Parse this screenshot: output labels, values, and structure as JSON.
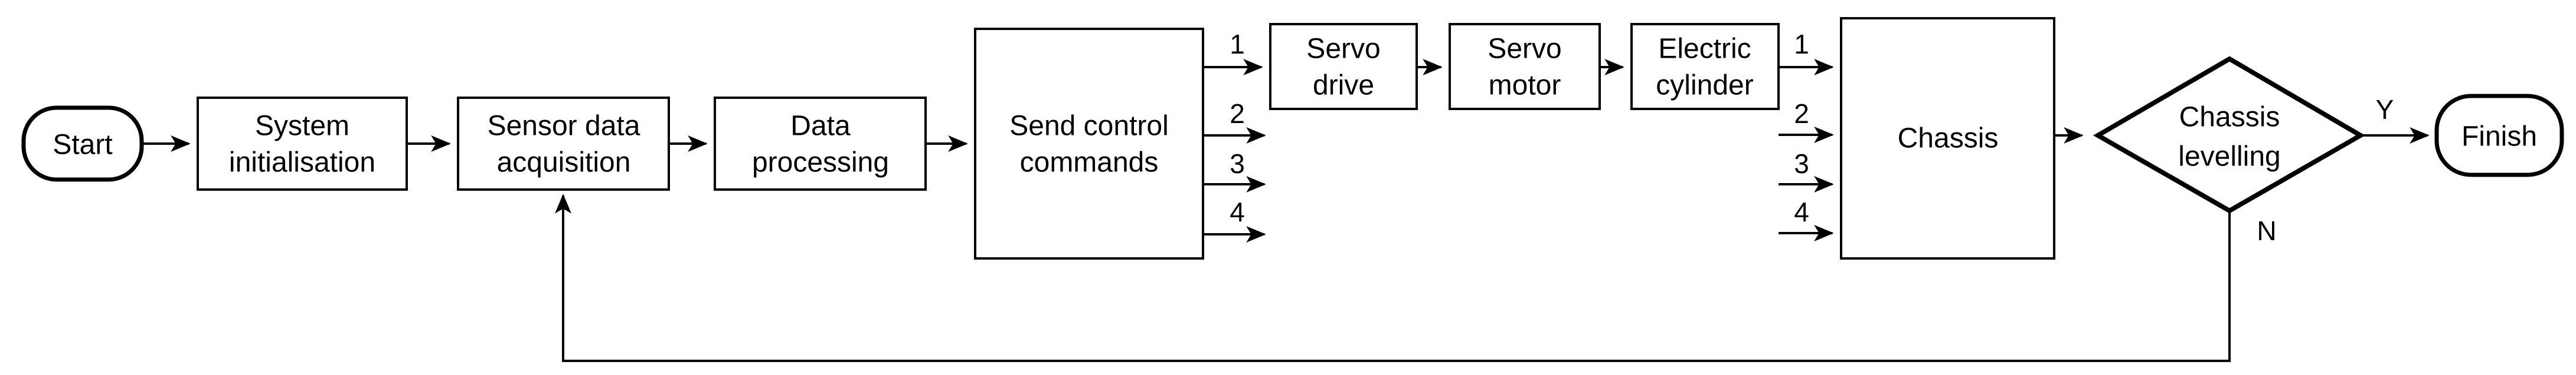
{
  "nodes": {
    "start": {
      "label": "Start"
    },
    "system_initialisation": {
      "line1": "System",
      "line2": "initialisation"
    },
    "sensor_data_acquisition": {
      "line1": "Sensor data",
      "line2": "acquisition"
    },
    "data_processing": {
      "line1": "Data",
      "line2": "processing"
    },
    "send_control_commands": {
      "line1": "Send control",
      "line2": "commands"
    },
    "servo_drive": {
      "line1": "Servo",
      "line2": "drive"
    },
    "servo_motor": {
      "line1": "Servo",
      "line2": "motor"
    },
    "electric_cylinder": {
      "line1": "Electric",
      "line2": "cylinder"
    },
    "chassis": {
      "label": "Chassis"
    },
    "chassis_levelling": {
      "line1": "Chassis",
      "line2": "levelling"
    },
    "finish": {
      "label": "Finish"
    }
  },
  "edge_labels": {
    "command_channel_1": "1",
    "command_channel_2": "2",
    "command_channel_3": "3",
    "command_channel_4": "4",
    "chassis_input_1": "1",
    "chassis_input_2": "2",
    "chassis_input_3": "3",
    "chassis_input_4": "4",
    "decision_yes": "Y",
    "decision_no": "N"
  },
  "colors": {
    "line": "#000000",
    "text": "#000000",
    "background": "#ffffff"
  }
}
